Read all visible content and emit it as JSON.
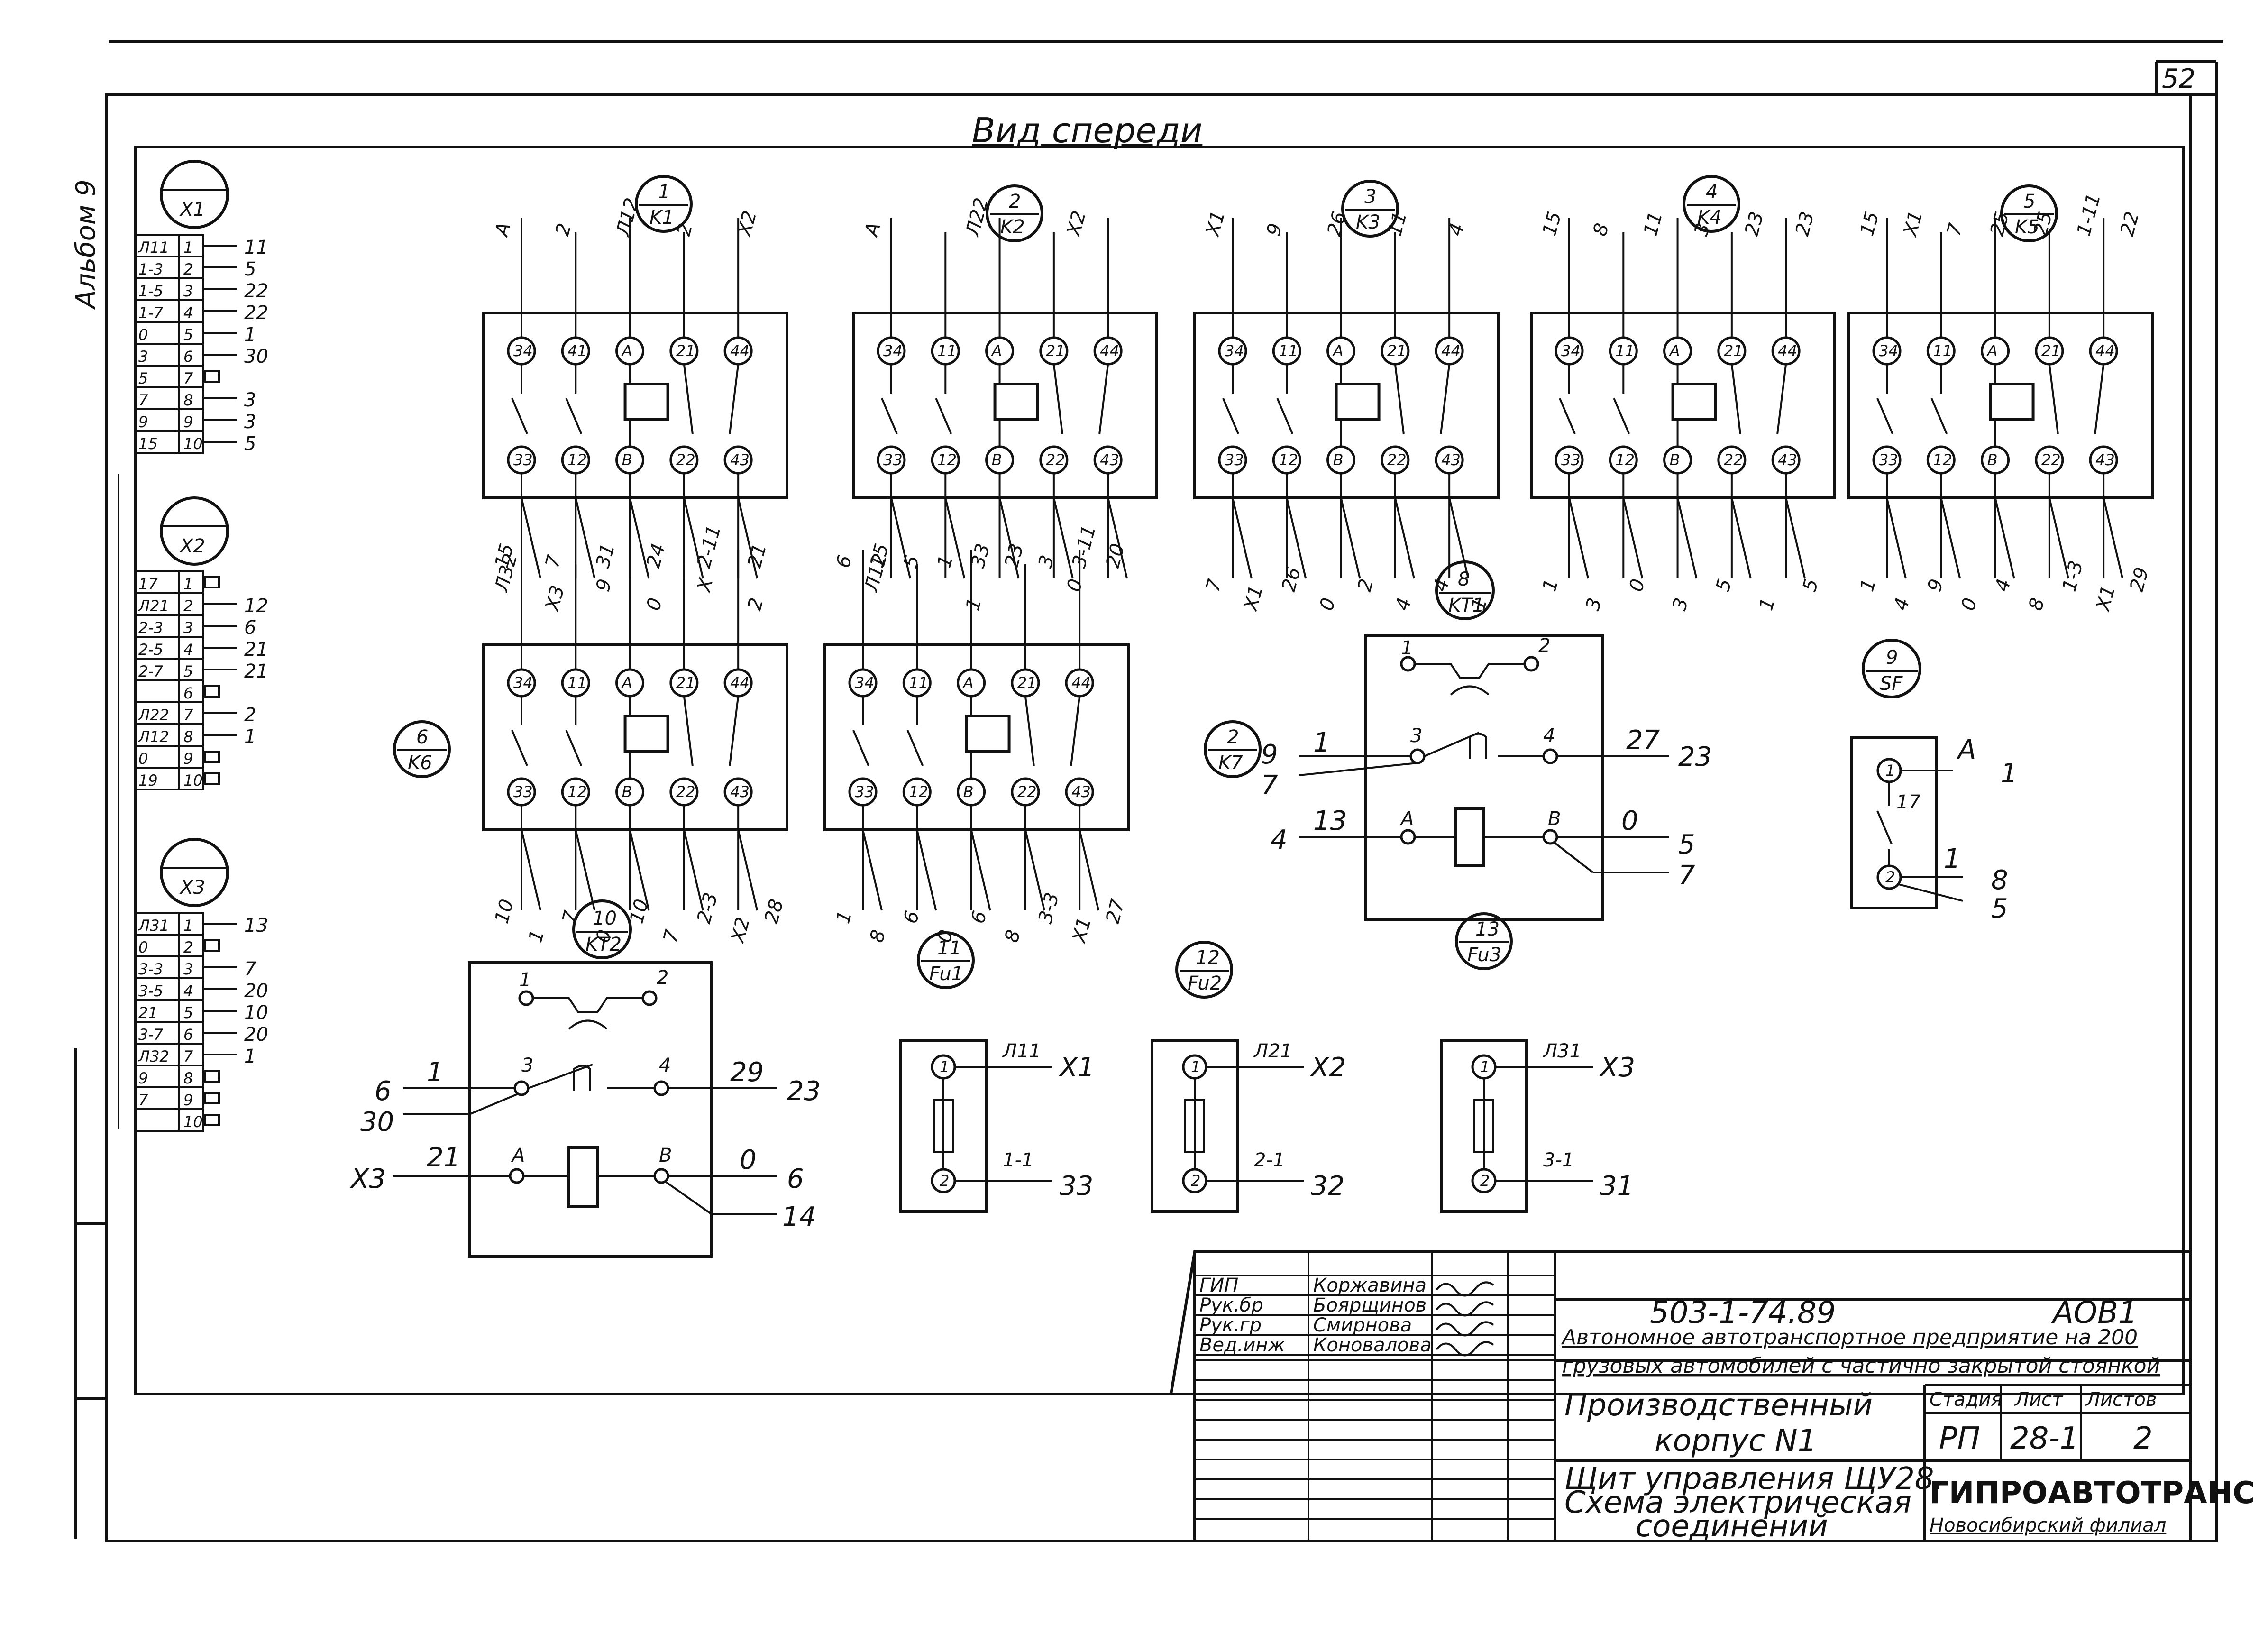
{
  "sheet": {
    "page_number": "52",
    "album_label": "Альбом 9",
    "view_title": "Вид спереди"
  },
  "terminal_blocks": [
    {
      "id": "X1",
      "rows": [
        {
          "left": "Л11",
          "num": "1",
          "wire": "11"
        },
        {
          "left": "1-3",
          "num": "2",
          "wire": "5"
        },
        {
          "left": "1-5",
          "num": "3",
          "wire": "22"
        },
        {
          "left": "1-7",
          "num": "4",
          "wire": "22"
        },
        {
          "left": "0",
          "num": "5",
          "wire": "1"
        },
        {
          "left": "3",
          "num": "6",
          "wire": "30"
        },
        {
          "left": "5",
          "num": "7",
          "wire": ""
        },
        {
          "left": "7",
          "num": "8",
          "wire": "3"
        },
        {
          "left": "9",
          "num": "9",
          "wire": "3"
        },
        {
          "left": "15",
          "num": "10",
          "wire": "5"
        }
      ]
    },
    {
      "id": "X2",
      "rows": [
        {
          "left": "17",
          "num": "1",
          "wire": ""
        },
        {
          "left": "Л21",
          "num": "2",
          "wire": "12"
        },
        {
          "left": "2-3",
          "num": "3",
          "wire": "6"
        },
        {
          "left": "2-5",
          "num": "4",
          "wire": "21"
        },
        {
          "left": "2-7",
          "num": "5",
          "wire": "21"
        },
        {
          "left": "",
          "num": "6",
          "wire": ""
        },
        {
          "left": "Л22",
          "num": "7",
          "wire": "2"
        },
        {
          "left": "Л12",
          "num": "8",
          "wire": "1"
        },
        {
          "left": "0",
          "num": "9",
          "wire": ""
        },
        {
          "left": "19",
          "num": "10",
          "wire": ""
        }
      ]
    },
    {
      "id": "X3",
      "rows": [
        {
          "left": "Л31",
          "num": "1",
          "wire": "13"
        },
        {
          "left": "0",
          "num": "2",
          "wire": ""
        },
        {
          "left": "3-3",
          "num": "3",
          "wire": "7"
        },
        {
          "left": "3-5",
          "num": "4",
          "wire": "20"
        },
        {
          "left": "21",
          "num": "5",
          "wire": "10"
        },
        {
          "left": "3-7",
          "num": "6",
          "wire": "20"
        },
        {
          "left": "Л32",
          "num": "7",
          "wire": "1"
        },
        {
          "left": "9",
          "num": "8",
          "wire": ""
        },
        {
          "left": "7",
          "num": "9",
          "wire": ""
        },
        {
          "left": "",
          "num": "10",
          "wire": ""
        }
      ]
    }
  ],
  "relays": [
    {
      "num": "1",
      "ref": "K1",
      "terminals_top": [
        "34",
        "41",
        "A",
        "21",
        "44"
      ],
      "terminals_bot": [
        "33",
        "12",
        "B",
        "22",
        "43"
      ],
      "wires_top": [
        "A",
        "2",
        "Л12",
        "2",
        "X2"
      ],
      "wires_bot": [
        "Л32",
        "X3",
        "9",
        "0",
        "X",
        "2"
      ]
    },
    {
      "num": "2",
      "ref": "K2",
      "terminals_top": [
        "34",
        "11",
        "A",
        "21",
        "44"
      ],
      "terminals_bot": [
        "33",
        "12",
        "B",
        "22",
        "43"
      ],
      "wires_top": [
        "A",
        "Л22",
        "X2"
      ],
      "wires_bot": [
        "Л12",
        "1",
        "0"
      ]
    },
    {
      "num": "3",
      "ref": "K3",
      "terminals_top": [
        "34",
        "11",
        "A",
        "21",
        "44"
      ],
      "terminals_bot": [
        "33",
        "12",
        "B",
        "22",
        "43"
      ],
      "wires_top": [
        "X1",
        "9",
        "26",
        "11",
        "4"
      ],
      "wires_bot": [
        "7",
        "X1",
        "26",
        "0",
        "2",
        "4",
        "4",
        "1"
      ]
    },
    {
      "num": "4",
      "ref": "K4",
      "terminals_top": [
        "34",
        "11",
        "A",
        "21",
        "44"
      ],
      "terminals_bot": [
        "33",
        "12",
        "B",
        "22",
        "43"
      ],
      "wires_top": [
        "15",
        "8",
        "11",
        "3",
        "23",
        "23"
      ],
      "wires_bot": [
        "1",
        "3",
        "0",
        "3",
        "5",
        "1",
        "5"
      ]
    },
    {
      "num": "5",
      "ref": "K5",
      "terminals_top": [
        "34",
        "11",
        "A",
        "21",
        "44"
      ],
      "terminals_bot": [
        "33",
        "12",
        "B",
        "22",
        "43"
      ],
      "wires_top": [
        "15",
        "X1",
        "7",
        "25",
        "25",
        "1-11",
        "22"
      ],
      "wires_bot": [
        "1",
        "4",
        "9",
        "0",
        "4",
        "8",
        "1-3",
        "X1",
        "29"
      ]
    },
    {
      "num": "6",
      "ref": "K6",
      "terminals_top": [
        "34",
        "11",
        "A",
        "21",
        "44"
      ],
      "terminals_bot": [
        "33",
        "12",
        "B",
        "22",
        "43"
      ],
      "wires_top": [
        "15",
        "7",
        "31",
        "24",
        "2-11",
        "21"
      ],
      "wires_bot": [
        "10",
        "1",
        "7",
        "0",
        "10",
        "7",
        "2-3",
        "X2",
        "28"
      ]
    },
    {
      "num": "2",
      "ref": "K7",
      "terminals_top": [
        "34",
        "11",
        "A",
        "21",
        "44"
      ],
      "terminals_bot": [
        "33",
        "12",
        "B",
        "22",
        "43"
      ],
      "wires_top": [
        "6",
        "15",
        "5",
        "1",
        "33",
        "23",
        "3",
        "3-11",
        "20"
      ],
      "wires_bot": [
        "1",
        "8",
        "6",
        "0",
        "6",
        "8",
        "3-3",
        "X1",
        "27"
      ]
    }
  ],
  "timers": [
    {
      "num": "8",
      "ref": "KT1",
      "t1": "1",
      "t2": "2",
      "t3": "3",
      "t4": "4",
      "tA": "A",
      "tB": "B",
      "w_left_top": "9",
      "w_13": "1",
      "w_7": "7",
      "w_27": "27",
      "w_23": "23",
      "w_4": "4",
      "w_13b": "13",
      "w_0": "0",
      "w_5": "5",
      "w_7b": "7"
    },
    {
      "num": "10",
      "ref": "KT2",
      "t1": "1",
      "t2": "2",
      "t3": "3",
      "t4": "4",
      "tA": "A",
      "tB": "B",
      "w_6": "6",
      "w_1": "1",
      "w_30": "30",
      "w_29": "29",
      "w_23": "23",
      "w_X3": "X3",
      "w_21": "21",
      "w_0": "0",
      "w_6b": "6",
      "w_14": "14"
    }
  ],
  "breaker": {
    "num": "9",
    "ref": "SF",
    "t1": "1",
    "t2": "2",
    "rating": "17",
    "w_A": "A",
    "w_1": "1",
    "w_1b": "1",
    "w_8": "8",
    "w_5": "5"
  },
  "fuses": [
    {
      "num": "11",
      "ref": "Fu1",
      "in_wire": "Л11",
      "in_dest": "X1",
      "out_wire": "1-1",
      "out_dest": "33",
      "t1": "1",
      "t2": "2"
    },
    {
      "num": "12",
      "ref": "Fu2",
      "in_wire": "Л21",
      "in_dest": "X2",
      "out_wire": "2-1",
      "out_dest": "32",
      "t1": "1",
      "t2": "2"
    },
    {
      "num": "13",
      "ref": "Fu3",
      "in_wire": "Л31",
      "in_dest": "X3",
      "out_wire": "3-1",
      "out_dest": "31",
      "t1": "1",
      "t2": "2"
    }
  ],
  "title_block": {
    "staff": [
      {
        "role": "ГИП",
        "name": "Коржавина"
      },
      {
        "role": "Рук.бр",
        "name": "Боярщинов"
      },
      {
        "role": "Рук.гр",
        "name": "Смирнова"
      },
      {
        "role": "Вед.инж",
        "name": "Коновалова"
      }
    ],
    "doc_code": "503-1-74.89",
    "mark": "АОВ1",
    "project_line1": "Автономное автотранспортное предприятие на 200",
    "project_line2": "грузовых автомобилей с частично закрытой стоянкой",
    "object_line1": "Производственный",
    "object_line2": "корпус N1",
    "sheet_line1": "Щит управления ЩУ28.",
    "sheet_line2": "Схема электрическая",
    "sheet_line3": "соединений",
    "stage_header": "Стадия",
    "sheet_header": "Лист",
    "sheets_header": "Листов",
    "stage": "РП",
    "sheet_no": "28-1",
    "sheets_total": "2",
    "org": "ГИПРОАВТОТРАНС",
    "org_branch": "Новосибирский филиал"
  }
}
